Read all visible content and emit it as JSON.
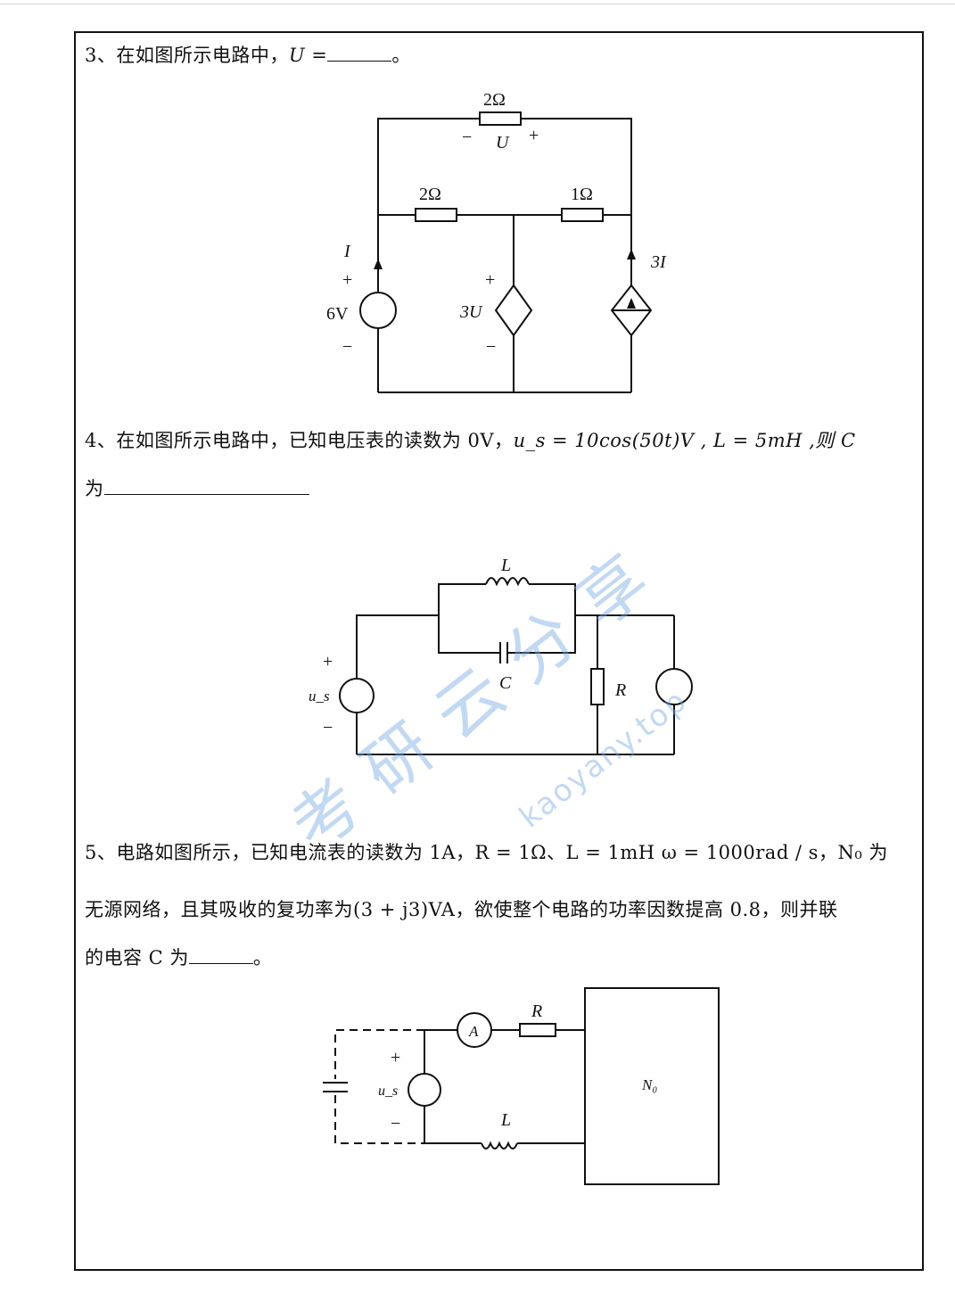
{
  "q3": {
    "text": "3、在如图所示电路中，",
    "var": "U",
    "eq": " =",
    "end": "。",
    "labels": {
      "r_top": "2Ω",
      "u_minus": "−",
      "u_name": "U",
      "u_plus": "+",
      "r_left": "2Ω",
      "r_right": "1Ω",
      "cur_i": "I",
      "src_plus": "+",
      "src_val": "6V",
      "src_minus": "−",
      "dep_plus": "+",
      "dep_val": "3U",
      "dep_minus": "−",
      "cur_3i": "3I"
    }
  },
  "q4": {
    "line1": "4、在如图所示电路中，已知电压表的读数为 0V，",
    "formula": "u_s = 10cos(50t)V , L = 5mH ,则 C",
    "line2": "为",
    "labels": {
      "l": "L",
      "c": "C",
      "r": "R",
      "plus": "+",
      "minus": "−",
      "us": "u_s"
    }
  },
  "q5": {
    "line1": "5、电路如图所示，已知电流表的读数为 1A，R = 1Ω、L = 1mH   ω = 1000rad / s，N₀ 为",
    "line2": "无源网络，且其吸收的复功率为(3 + j3)VA，欲使整个电路的功率因数提高 0.8，则并联",
    "line3": "的电容 C 为",
    "end": "。",
    "labels": {
      "ammeter": "A",
      "r": "R",
      "l": "L",
      "plus": "+",
      "minus": "−",
      "us": "u_s",
      "n0": "N₀"
    }
  },
  "watermark": {
    "cn": "考研云分享",
    "url": "kaoyany.top"
  }
}
